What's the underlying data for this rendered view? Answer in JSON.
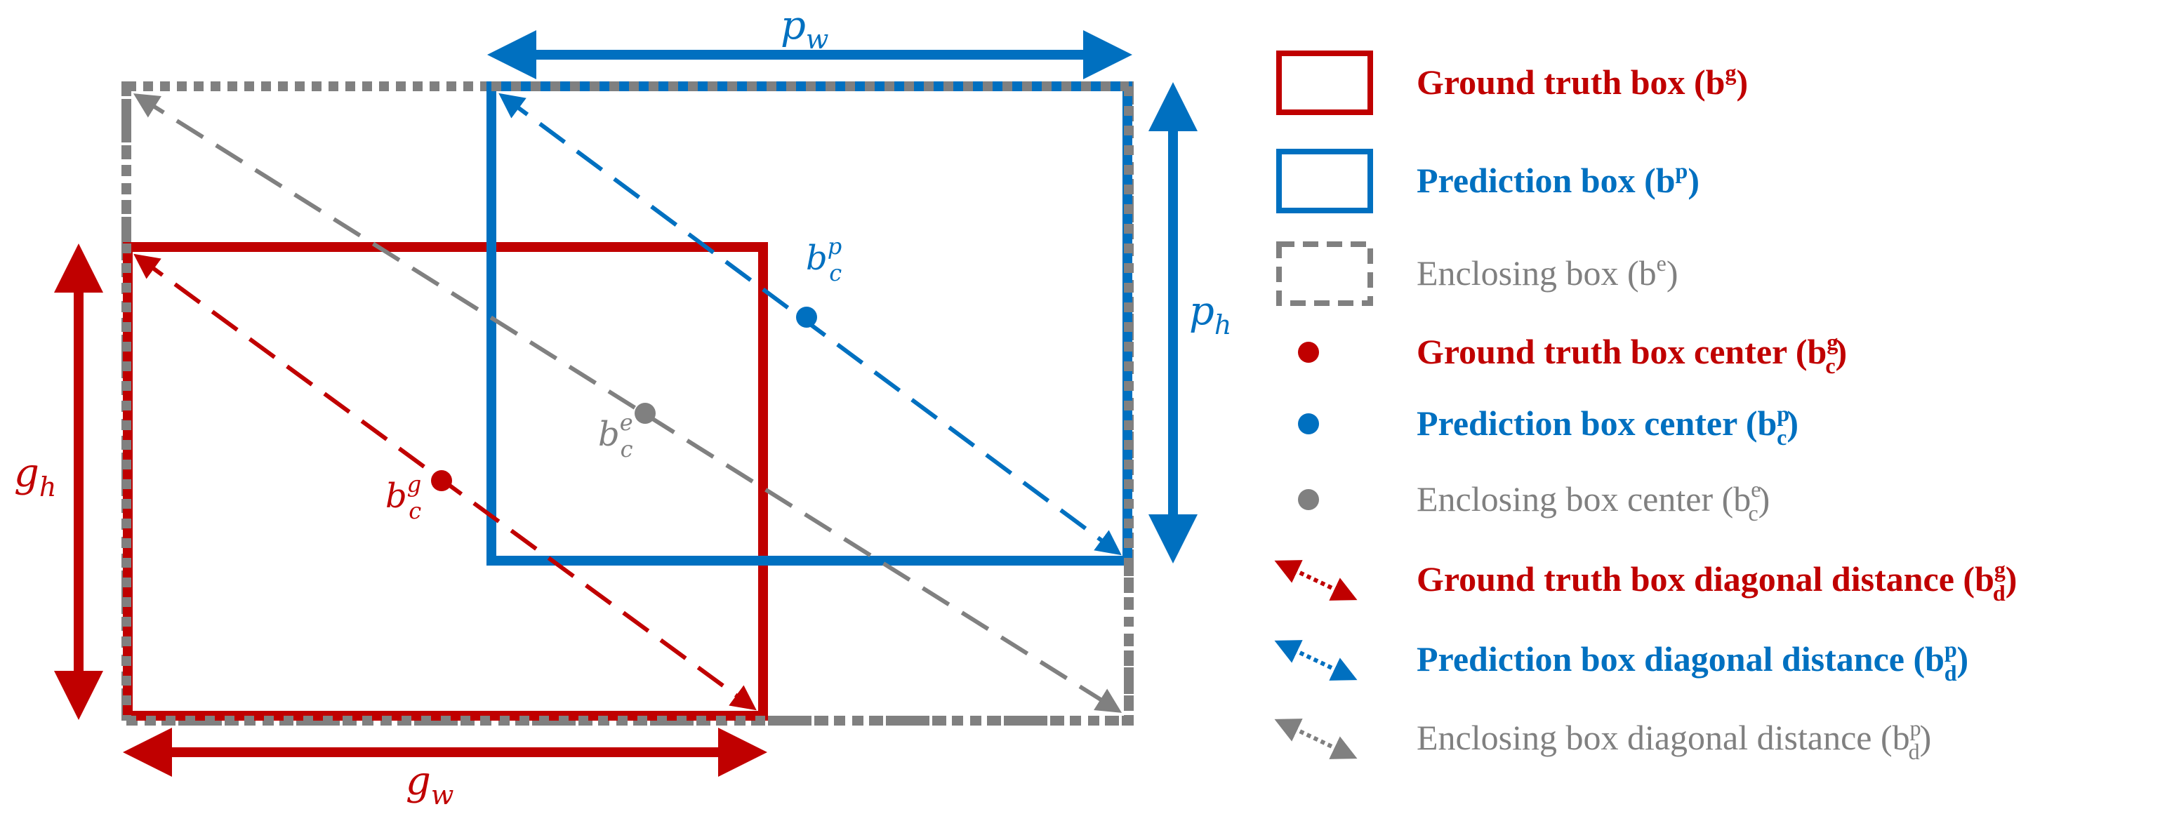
{
  "colors": {
    "ground_truth": "#C00000",
    "prediction": "#0070C0",
    "enclosing": "#808080"
  },
  "labels": {
    "pw": {
      "base": "p",
      "sub": "w"
    },
    "ph": {
      "base": "p",
      "sub": "h"
    },
    "gw": {
      "base": "g",
      "sub": "w"
    },
    "gh": {
      "base": "g",
      "sub": "h"
    },
    "bcp": {
      "base": "b",
      "sub": "c",
      "sup": "p"
    },
    "bce": {
      "base": "b",
      "sub": "c",
      "sup": "e"
    },
    "bcg": {
      "base": "b",
      "sub": "c",
      "sup": "g"
    }
  },
  "legend": [
    {
      "text": "Ground truth box (b",
      "sup": "g",
      "sub": "",
      "close": ")",
      "color": "#C00000",
      "icon": "solid-box",
      "icon_name": "ground-truth-box-icon"
    },
    {
      "text": "Prediction box (b",
      "sup": "p",
      "sub": "",
      "close": ")",
      "color": "#0070C0",
      "icon": "solid-box",
      "icon_name": "prediction-box-icon"
    },
    {
      "text": "Enclosing box (b",
      "sup": "e",
      "sub": "",
      "close": ")",
      "color": "#808080",
      "icon": "dashed-box",
      "icon_name": "enclosing-box-icon"
    },
    {
      "text": "Ground truth box center (b",
      "sup": "g",
      "sub": "c",
      "close": ")",
      "color": "#C00000",
      "icon": "dot",
      "icon_name": "ground-truth-center-icon"
    },
    {
      "text": "Prediction box center (b",
      "sup": "p",
      "sub": "c",
      "close": ")",
      "color": "#0070C0",
      "icon": "dot",
      "icon_name": "prediction-center-icon"
    },
    {
      "text": "Enclosing box center (b",
      "sup": "e",
      "sub": "c",
      "close": ")",
      "color": "#808080",
      "icon": "dot",
      "icon_name": "enclosing-center-icon"
    },
    {
      "text": "Ground truth box diagonal distance (b",
      "sup": "g",
      "sub": "d",
      "close": ")",
      "color": "#C00000",
      "icon": "dotted-arrow",
      "icon_name": "ground-truth-diagonal-arrow-icon"
    },
    {
      "text": "Prediction box diagonal distance (b",
      "sup": "p",
      "sub": "d",
      "close": ")",
      "color": "#0070C0",
      "icon": "dotted-arrow",
      "icon_name": "prediction-diagonal-arrow-icon"
    },
    {
      "text": "Enclosing box diagonal distance (b",
      "sup": "p",
      "sub": "d",
      "close": ")",
      "color": "#808080",
      "icon": "dotted-arrow",
      "icon_name": "enclosing-diagonal-arrow-icon"
    }
  ]
}
